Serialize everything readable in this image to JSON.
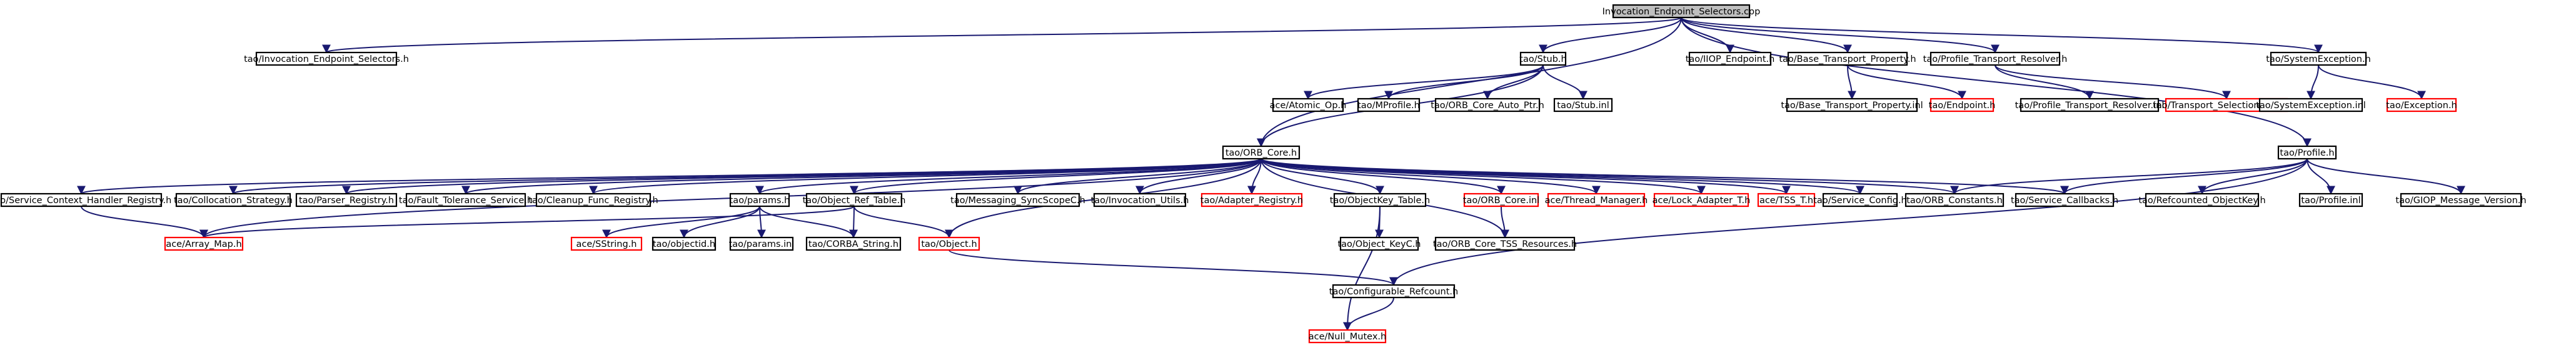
{
  "colors": {
    "root_fill": "#bfbfbf",
    "node_border": "#000000",
    "missing_border": "#ff0000",
    "edge": "#191970"
  },
  "graph": {
    "nodes": [
      {
        "id": "n0",
        "label": "Invocation_Endpoint_Selectors.cpp",
        "root": true,
        "missing": false
      },
      {
        "id": "n1",
        "label": "tao/Invocation_Endpoint_Selectors.h",
        "missing": false
      },
      {
        "id": "n2",
        "label": "tao/Stub.h",
        "missing": false
      },
      {
        "id": "n3",
        "label": "tao/IIOP_Endpoint.h",
        "missing": false
      },
      {
        "id": "n4",
        "label": "tao/Base_Transport_Property.h",
        "missing": false
      },
      {
        "id": "n5",
        "label": "tao/Profile_Transport_Resolver.h",
        "missing": false
      },
      {
        "id": "n6",
        "label": "tao/SystemException.h",
        "missing": false
      },
      {
        "id": "n7",
        "label": "ace/Atomic_Op.h",
        "missing": false
      },
      {
        "id": "n8",
        "label": "tao/MProfile.h",
        "missing": false
      },
      {
        "id": "n9",
        "label": "tao/ORB_Core_Auto_Ptr.h",
        "missing": false
      },
      {
        "id": "n10",
        "label": "tao/Stub.inl",
        "missing": false
      },
      {
        "id": "n11",
        "label": "tao/Base_Transport_Property.inl",
        "missing": false
      },
      {
        "id": "n12",
        "label": "tao/Endpoint.h",
        "missing": true
      },
      {
        "id": "n13",
        "label": "tao/Profile_Transport_Resolver.inl",
        "missing": false
      },
      {
        "id": "n14",
        "label": "tao/Transport_Selection_Guard.h",
        "missing": true
      },
      {
        "id": "n15",
        "label": "tao/SystemException.inl",
        "missing": false
      },
      {
        "id": "n16",
        "label": "tao/Exception.h",
        "missing": true
      },
      {
        "id": "n17",
        "label": "tao/ORB_Core.h",
        "missing": false
      },
      {
        "id": "n18",
        "label": "tao/Profile.h",
        "missing": false
      },
      {
        "id": "n19",
        "label": "tao/Service_Context_Handler_Registry.h",
        "missing": false
      },
      {
        "id": "n20",
        "label": "tao/Collocation_Strategy.h",
        "missing": false
      },
      {
        "id": "n21",
        "label": "tao/Parser_Registry.h",
        "missing": false
      },
      {
        "id": "n22",
        "label": "tao/Fault_Tolerance_Service.h",
        "missing": false
      },
      {
        "id": "n23",
        "label": "tao/Cleanup_Func_Registry.h",
        "missing": false
      },
      {
        "id": "n24",
        "label": "tao/params.h",
        "missing": false
      },
      {
        "id": "n25",
        "label": "tao/Object_Ref_Table.h",
        "missing": false
      },
      {
        "id": "n26",
        "label": "tao/Messaging_SyncScopeC.h",
        "missing": false
      },
      {
        "id": "n27",
        "label": "tao/Invocation_Utils.h",
        "missing": false
      },
      {
        "id": "n28",
        "label": "tao/Adapter_Registry.h",
        "missing": true
      },
      {
        "id": "n29",
        "label": "tao/ObjectKey_Table.h",
        "missing": false
      },
      {
        "id": "n30",
        "label": "tao/ORB_Core.inl",
        "missing": true
      },
      {
        "id": "n31",
        "label": "ace/Thread_Manager.h",
        "missing": true
      },
      {
        "id": "n32",
        "label": "ace/Lock_Adapter_T.h",
        "missing": true
      },
      {
        "id": "n33",
        "label": "ace/TSS_T.h",
        "missing": true
      },
      {
        "id": "n34",
        "label": "tao/Service_Config.h",
        "missing": false
      },
      {
        "id": "n35",
        "label": "tao/ORB_Constants.h",
        "missing": false
      },
      {
        "id": "n36",
        "label": "tao/Service_Callbacks.h",
        "missing": false
      },
      {
        "id": "n37",
        "label": "tao/Refcounted_ObjectKey.h",
        "missing": false
      },
      {
        "id": "n38",
        "label": "tao/Profile.inl",
        "missing": false
      },
      {
        "id": "n39",
        "label": "tao/GIOP_Message_Version.h",
        "missing": false
      },
      {
        "id": "n40",
        "label": "ace/Array_Map.h",
        "missing": true
      },
      {
        "id": "n41",
        "label": "ace/SString.h",
        "missing": true
      },
      {
        "id": "n42",
        "label": "tao/objectid.h",
        "missing": false
      },
      {
        "id": "n43",
        "label": "tao/params.inl",
        "missing": false
      },
      {
        "id": "n44",
        "label": "tao/CORBA_String.h",
        "missing": false
      },
      {
        "id": "n45",
        "label": "tao/Object.h",
        "missing": true
      },
      {
        "id": "n46",
        "label": "tao/Object_KeyC.h",
        "missing": false
      },
      {
        "id": "n47",
        "label": "tao/ORB_Core_TSS_Resources.h",
        "missing": false
      },
      {
        "id": "n48",
        "label": "tao/Configurable_Refcount.h",
        "missing": false
      },
      {
        "id": "n49",
        "label": "ace/Null_Mutex.h",
        "missing": true
      }
    ],
    "edges": [
      [
        "n0",
        "n1"
      ],
      [
        "n0",
        "n2"
      ],
      [
        "n0",
        "n3"
      ],
      [
        "n0",
        "n4"
      ],
      [
        "n0",
        "n5"
      ],
      [
        "n0",
        "n6"
      ],
      [
        "n0",
        "n17"
      ],
      [
        "n0",
        "n18"
      ],
      [
        "n2",
        "n7"
      ],
      [
        "n2",
        "n8"
      ],
      [
        "n2",
        "n9"
      ],
      [
        "n2",
        "n10"
      ],
      [
        "n2",
        "n17"
      ],
      [
        "n4",
        "n11"
      ],
      [
        "n4",
        "n12"
      ],
      [
        "n5",
        "n13"
      ],
      [
        "n5",
        "n14"
      ],
      [
        "n6",
        "n15"
      ],
      [
        "n6",
        "n16"
      ],
      [
        "n17",
        "n19"
      ],
      [
        "n17",
        "n20"
      ],
      [
        "n17",
        "n21"
      ],
      [
        "n17",
        "n22"
      ],
      [
        "n17",
        "n23"
      ],
      [
        "n17",
        "n24"
      ],
      [
        "n17",
        "n25"
      ],
      [
        "n17",
        "n26"
      ],
      [
        "n17",
        "n27"
      ],
      [
        "n17",
        "n28"
      ],
      [
        "n17",
        "n29"
      ],
      [
        "n17",
        "n30"
      ],
      [
        "n17",
        "n31"
      ],
      [
        "n17",
        "n32"
      ],
      [
        "n17",
        "n33"
      ],
      [
        "n17",
        "n34"
      ],
      [
        "n17",
        "n35"
      ],
      [
        "n17",
        "n36"
      ],
      [
        "n17",
        "n40"
      ],
      [
        "n17",
        "n45"
      ],
      [
        "n17",
        "n47"
      ],
      [
        "n18",
        "n36"
      ],
      [
        "n18",
        "n37"
      ],
      [
        "n18",
        "n38"
      ],
      [
        "n18",
        "n39"
      ],
      [
        "n18",
        "n35"
      ],
      [
        "n18",
        "n48"
      ],
      [
        "n19",
        "n40"
      ],
      [
        "n24",
        "n41"
      ],
      [
        "n24",
        "n42"
      ],
      [
        "n24",
        "n43"
      ],
      [
        "n24",
        "n44"
      ],
      [
        "n25",
        "n40"
      ],
      [
        "n25",
        "n44"
      ],
      [
        "n25",
        "n45"
      ],
      [
        "n29",
        "n46"
      ],
      [
        "n29",
        "n49"
      ],
      [
        "n30",
        "n47"
      ],
      [
        "n45",
        "n48"
      ],
      [
        "n48",
        "n49"
      ]
    ]
  }
}
